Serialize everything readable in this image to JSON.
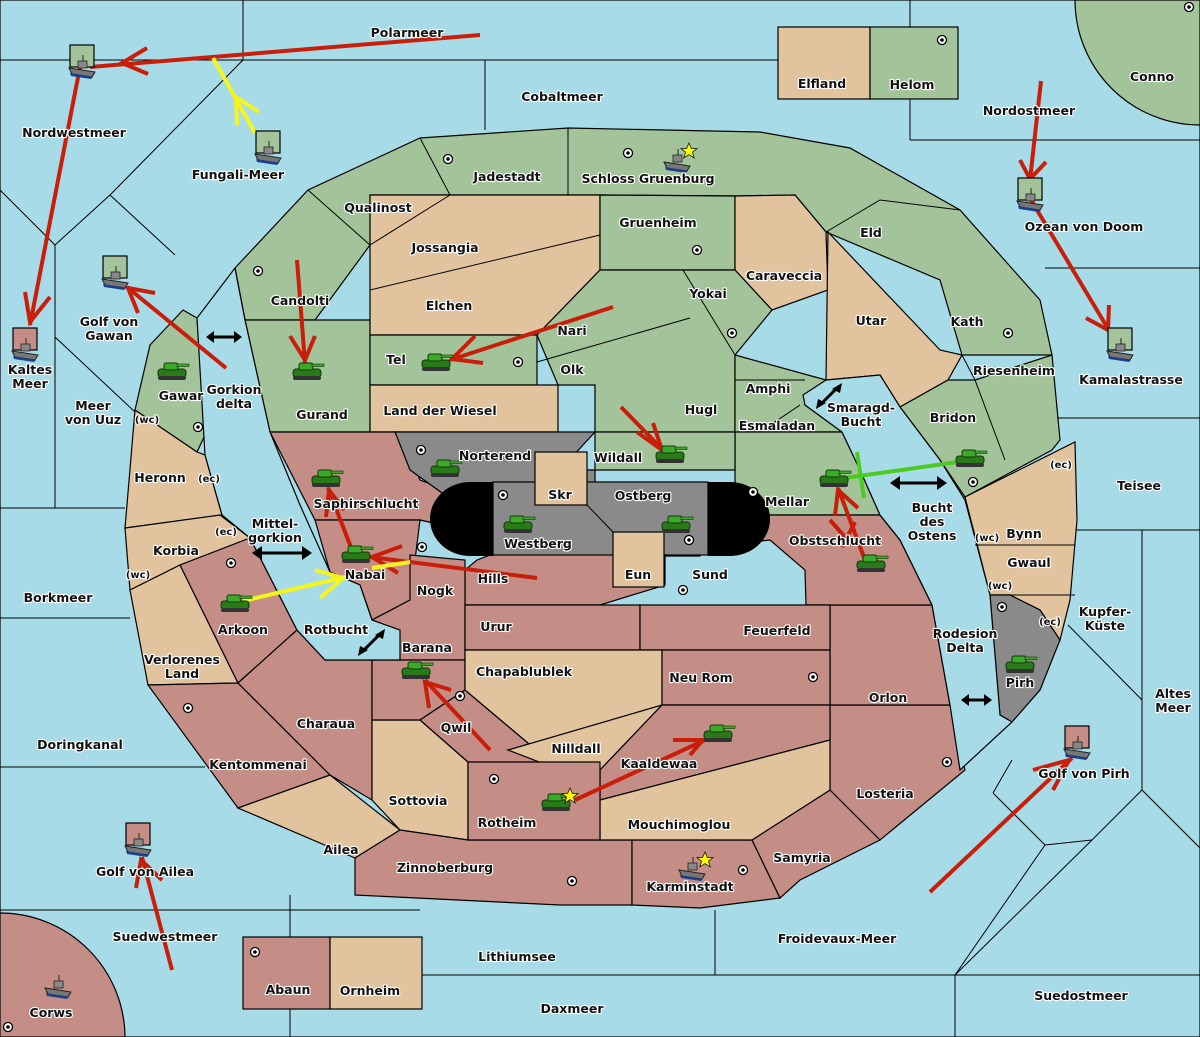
{
  "colors": {
    "sea": "#a7dbe8",
    "power_green": "#a3c49a",
    "power_red": "#c48d85",
    "neutral": "#e1c49e",
    "impassable": "#8a8a8a",
    "move_order": "#c81e0a",
    "support_order": "#f5f51e",
    "convoy_or_cut": "#4ccc22",
    "star": "#ffff00"
  },
  "labels": {
    "polarmeer": "Polarmeer",
    "cobaltmeer": "Cobaltmeer",
    "nordwestmeer": "Nordwestmeer",
    "fungali_meer": "Fungali-Meer",
    "elfland": "Elfland",
    "helom": "Helom",
    "conno": "Conno",
    "nordostmeer": "Nordostmeer",
    "ozean_von_doom": "Ozean von Doom",
    "jadestadt": "Jadestadt",
    "schloss_gruenburg": "Schloss Gruenburg",
    "qualinost": "Qualinost",
    "gruenheim": "Gruenheim",
    "eld": "Eld",
    "jossangia": "Jossangia",
    "caraveccia": "Caraveccia",
    "candolti": "Candolti",
    "elchen": "Elchen",
    "yokai": "Yokai",
    "utar": "Utar",
    "kath": "Kath",
    "kamalastrasse": "Kamalastrasse",
    "golf_von_gawan_1": "Golf von",
    "golf_von_gawan_2": "Gawan",
    "kaltes_meer_1": "Kaltes",
    "kaltes_meer_2": "Meer",
    "nari": "Nari",
    "tel": "Tel",
    "olk": "Olk",
    "amphi": "Amphi",
    "riesenheim": "Riesenheim",
    "gawar": "Gawar",
    "gorkion_delta_1": "Gorkion",
    "gorkion_delta_2": "delta",
    "gurand": "Gurand",
    "land_der_wiesel": "Land der Wiesel",
    "hugl": "Hugl",
    "smaragd_bucht_1": "Smaragd-",
    "smaragd_bucht_2": "Bucht",
    "bridon": "Bridon",
    "meer_von_uuz_1": "Meer",
    "meer_von_uuz_2": "von Uuz",
    "esmaladan": "Esmaladan",
    "norterend": "Norterend",
    "wildall": "Wildall",
    "heronn": "Heronn",
    "teisee": "Teisee",
    "skr": "Skr",
    "ostberg": "Ostberg",
    "mellar": "Mellar",
    "saphirschlucht": "Saphirschlucht",
    "mittelgorkion_1": "Mittel-",
    "mittelgorkion_2": "gorkion",
    "bucht_des_ostens_1": "Bucht",
    "bucht_des_ostens_2": "des",
    "bucht_des_ostens_3": "Ostens",
    "westberg": "Westberg",
    "obstschlucht": "Obstschlucht",
    "bynn": "Bynn",
    "korbia": "Korbia",
    "nabai": "Nabai",
    "hills": "Hills",
    "eun": "Eun",
    "sund": "Sund",
    "gwaul": "Gwaul",
    "borkmeer": "Borkmeer",
    "nogk": "Nogk",
    "kupfer_kueste_1": "Kupfer-",
    "kupfer_kueste_2": "Küste",
    "arkoon": "Arkoon",
    "rotbucht": "Rotbucht",
    "urur": "Urur",
    "feuerfeld": "Feuerfeld",
    "rodesion_delta_1": "Rodesion",
    "rodesion_delta_2": "Delta",
    "barana": "Barana",
    "verlorenes_land_1": "Verlorenes",
    "verlorenes_land_2": "Land",
    "chapablublek": "Chapablublek",
    "neu_rom": "Neu Rom",
    "pirh": "Pirh",
    "altes_meer_1": "Altes",
    "altes_meer_2": "Meer",
    "orlon": "Orlon",
    "charaua": "Charaua",
    "qwil": "Qwil",
    "doringkanal": "Doringkanal",
    "nilldall": "Nilldall",
    "kaaldewaa": "Kaaldewaa",
    "golf_von_pirh": "Golf von Pirh",
    "kentommenai": "Kentommenai",
    "sottovia": "Sottovia",
    "losteria": "Losteria",
    "rotheim": "Rotheim",
    "mouchimoglou": "Mouchimoglou",
    "ailea": "Ailea",
    "samyria": "Samyria",
    "golf_von_ailea": "Golf von Ailea",
    "zinnoberburg": "Zinnoberburg",
    "karminstadt": "Karminstadt",
    "suedwestmeer": "Suedwestmeer",
    "froidevaux_meer": "Froidevaux-Meer",
    "lithiumsee": "Lithiumsee",
    "abaun": "Abaun",
    "ornheim": "Ornheim",
    "suedostmeer": "Suedostmeer",
    "corws": "Corws",
    "daxmeer": "Daxmeer"
  },
  "coast_tags": {
    "wc": "(wc)",
    "ec": "(ec)"
  },
  "units": {
    "armies": [
      {
        "power": "green",
        "location": "Gawar"
      },
      {
        "power": "green",
        "location": "Gurand"
      },
      {
        "power": "green",
        "location": "Tel"
      },
      {
        "power": "green",
        "location": "Wildall"
      },
      {
        "power": "green",
        "location": "Norterend"
      },
      {
        "power": "green",
        "location": "Saphirschlucht"
      },
      {
        "power": "green",
        "location": "Nabai"
      },
      {
        "power": "green",
        "location": "Westberg"
      },
      {
        "power": "green",
        "location": "Ostberg"
      },
      {
        "power": "green",
        "location": "Mellar"
      },
      {
        "power": "green",
        "location": "Bridon"
      },
      {
        "power": "green",
        "location": "Obstschlucht"
      },
      {
        "power": "green",
        "location": "Arkoon"
      },
      {
        "power": "green",
        "location": "Barana"
      },
      {
        "power": "green",
        "location": "Pirh"
      },
      {
        "power": "green",
        "location": "Kaaldewaa"
      },
      {
        "power": "green",
        "location": "Rotheim",
        "starred": true
      }
    ],
    "fleets": [
      {
        "power": "green",
        "location": "Nordwestmeer"
      },
      {
        "power": "green",
        "location": "Fungali-Meer"
      },
      {
        "power": "green",
        "location": "Golf von Gawan"
      },
      {
        "power": "green",
        "location": "Ozean von Doom"
      },
      {
        "power": "green",
        "location": "Kamalastrasse"
      },
      {
        "power": "green",
        "location": "Schloss Gruenburg",
        "starred": true
      },
      {
        "power": "red",
        "location": "Kaltes Meer"
      },
      {
        "power": "red",
        "location": "Golf von Pirh"
      },
      {
        "power": "red",
        "location": "Golf von Ailea"
      },
      {
        "power": "red",
        "location": "Karminstadt",
        "starred": true
      },
      {
        "power": "red",
        "location": "Corws"
      }
    ]
  },
  "orders": [
    {
      "type": "move",
      "from": "Polarmeer",
      "to": "Nordwestmeer"
    },
    {
      "type": "support",
      "from": "Fungali-Meer",
      "to": "Polarmeer move"
    },
    {
      "type": "move",
      "from": "Nordwestmeer",
      "to": "Kaltes Meer"
    },
    {
      "type": "move",
      "from": "Gorkion delta",
      "to": "Golf von Gawan"
    },
    {
      "type": "move",
      "from": "Candolti",
      "to": "Gurand"
    },
    {
      "type": "move",
      "from": "Nari",
      "to": "Tel"
    },
    {
      "type": "move",
      "from": "Hugl",
      "to": "Wildall"
    },
    {
      "type": "move",
      "from": "Nordostmeer",
      "to": "Ozean von Doom"
    },
    {
      "type": "move",
      "from": "Ozean von Doom",
      "to": "Kamalastrasse"
    },
    {
      "type": "move",
      "from": "Nabai",
      "to": "Saphirschlucht"
    },
    {
      "type": "move",
      "from": "Hills",
      "to": "Nabai"
    },
    {
      "type": "support",
      "from": "Arkoon",
      "to": "Nabai"
    },
    {
      "type": "move",
      "from": "Obstschlucht",
      "to": "Mellar",
      "failed": true
    },
    {
      "type": "cut",
      "from": "Bridon",
      "to": "Mellar"
    },
    {
      "type": "move",
      "from": "Qwil",
      "to": "Barana"
    },
    {
      "type": "move",
      "from": "Rotheim",
      "to": "Kaaldewaa"
    },
    {
      "type": "move",
      "from": "Suedwestmeer",
      "to": "Golf von Ailea"
    },
    {
      "type": "move",
      "from": "Froidevaux-Meer",
      "to": "Golf von Pirh"
    }
  ]
}
